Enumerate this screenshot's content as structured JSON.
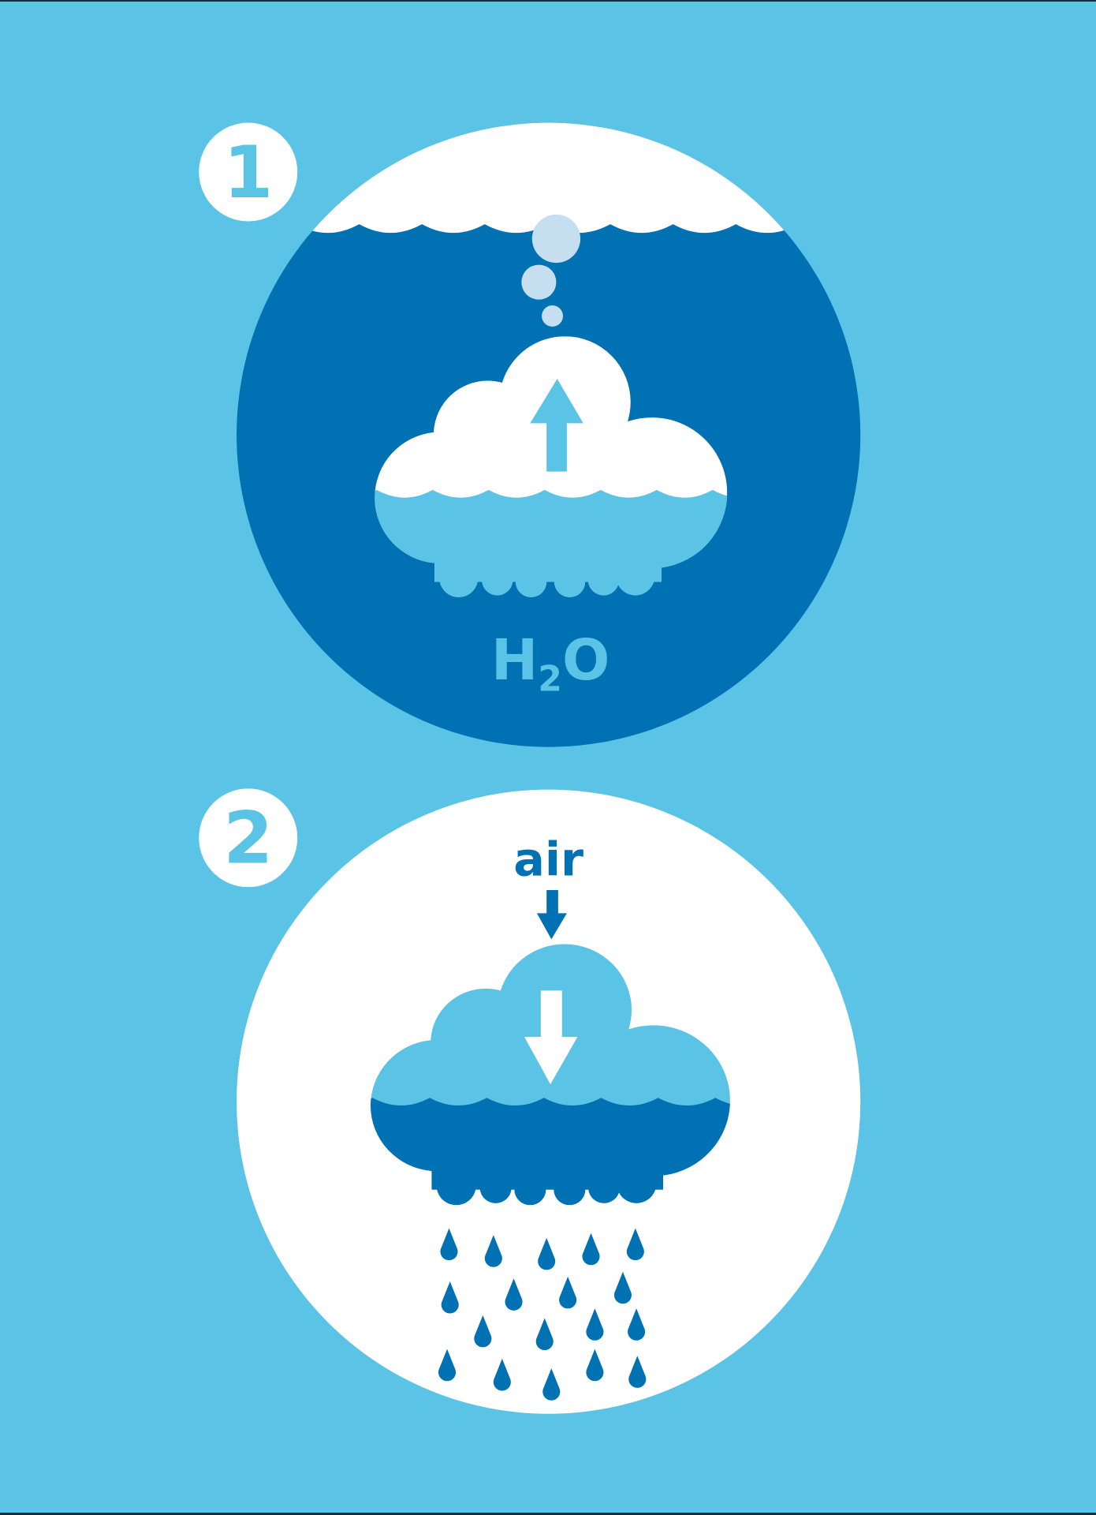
{
  "steps": [
    {
      "number": "1"
    },
    {
      "number": "2"
    }
  ],
  "formula": {
    "element_h": "H",
    "subscript": "2",
    "element_o": "O"
  },
  "air_label": "air",
  "colors": {
    "background": "#5bc4e6",
    "dark_blue": "#0071b3",
    "light_blue": "#5bc4e6",
    "bubble": "#c5dff0",
    "white": "#ffffff"
  }
}
